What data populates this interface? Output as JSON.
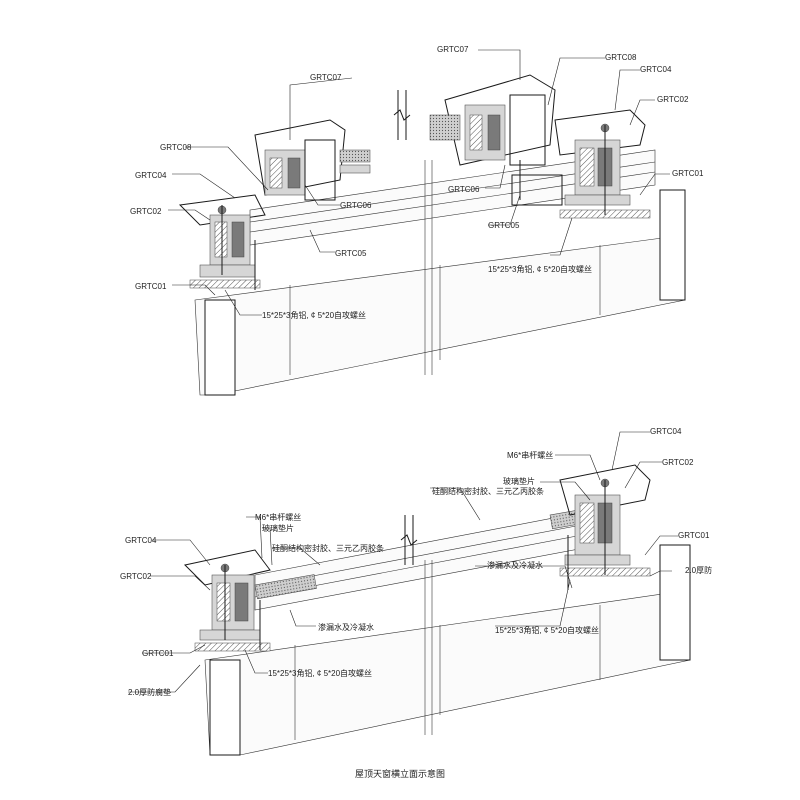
{
  "diagram": {
    "caption": "屋顶天窗横立面示意图",
    "top_section": {
      "labels": {
        "grtc07_left": "GRTC07",
        "grtc08_left": "GRTC08",
        "grtc04_left": "GRTC04",
        "grtc02_left": "GRTC02",
        "grtc06_left": "GRTC06",
        "grtc05_left": "GRTC05",
        "grtc01_left": "GRTC01",
        "screw_left": "15*25*3角铝, ¢ 5*20自攻螺丝",
        "grtc07_right": "GRTC07",
        "grtc08_right": "GRTC08",
        "grtc04_right": "GRTC04",
        "grtc02_right": "GRTC02",
        "grtc01_right": "GRTC01",
        "grtc06_right": "GRTC06",
        "grtc05_right": "GRTC05",
        "screw_right": "15*25*3角铝, ¢ 5*20自攻螺丝"
      }
    },
    "bottom_section": {
      "labels": {
        "grtc04_right": "GRTC04",
        "m6_right": "M6*串杆螺丝",
        "grtc02_right": "GRTC02",
        "glass_pad_right": "玻璃垫片",
        "sealant_right": "硅酮结构密封胶、三元乙丙胶条",
        "grtc01_right": "GRTC01",
        "pad_right": "2.0厚防",
        "water_right": "渗漏水及冷凝水",
        "screw_right": "15*25*3角铝, ¢ 5*20自攻螺丝",
        "m6_left": "M6*串杆螺丝",
        "glass_pad_left": "玻璃垫片",
        "grtc04_left": "GRTC04",
        "sealant_left": "硅酮结构密封胶、三元乙丙胶条",
        "grtc02_left": "GRTC02",
        "water_left": "渗漏水及冷凝水",
        "grtc01_left": "GRTC01",
        "pad_left": "2.0厚防腐垫",
        "screw_left": "15*25*3角铝, ¢ 5*20自攻螺丝"
      }
    }
  }
}
